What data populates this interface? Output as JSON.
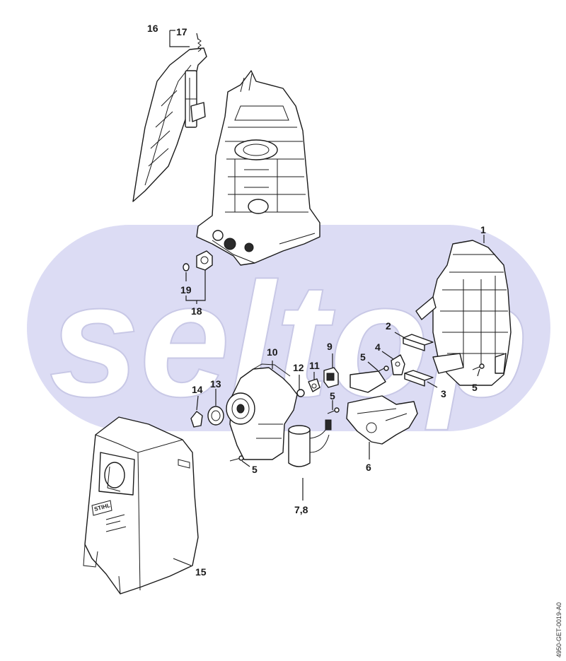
{
  "colors": {
    "background": "#ffffff",
    "line": "#1a1a1a",
    "watermark_band": "#dcdcf4",
    "watermark_text": "#ffffff"
  },
  "watermark": {
    "text": "seltop"
  },
  "drawing_id": "4950-GET-0019-A0",
  "callouts": {
    "c1": "1",
    "c2": "2",
    "c3": "3",
    "c4": "4",
    "c5a": "5",
    "c5b": "5",
    "c5c": "5",
    "c5d": "5",
    "c6": "6",
    "c78": "7,8",
    "c9": "9",
    "c10": "10",
    "c11": "11",
    "c12": "12",
    "c13": "13",
    "c14": "14",
    "c15": "15",
    "c16": "16",
    "c17": "17",
    "c18": "18",
    "c19": "19"
  },
  "icons": {
    "logo": "stihl-logo"
  }
}
